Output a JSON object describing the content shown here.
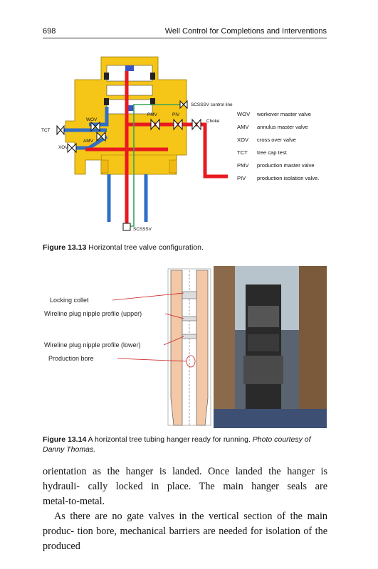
{
  "header": {
    "page_number": "698",
    "running_title": "Well Control for Completions and Interventions"
  },
  "figure13": {
    "caption_label": "Figure 13.13",
    "caption_text": "Horizontal tree valve configuration.",
    "labels": {
      "control_line": "SCSSSV control line",
      "choke": "Choke",
      "wov": "WOV",
      "pmv": "PMV",
      "piv": "PIV",
      "amv": "AMV",
      "tct": "TCT",
      "xov": "XOV",
      "scsssv": "SCSSSV"
    },
    "legend": [
      {
        "abbr": "WOV",
        "desc": "workover master valve"
      },
      {
        "abbr": "AMV",
        "desc": "annulus master valve"
      },
      {
        "abbr": "XOV",
        "desc": "cross over valve"
      },
      {
        "abbr": "TCT",
        "desc": "tree cap test"
      },
      {
        "abbr": "PMV",
        "desc": "production master valve"
      },
      {
        "abbr": "PIV",
        "desc": "production isolation valve."
      }
    ],
    "colors": {
      "body": "#f5c518",
      "production": "#e8191f",
      "annulus": "#2f6fc6",
      "control_line": "#3aa35a"
    }
  },
  "figure14": {
    "caption_label": "Figure 13.14",
    "caption_text": "A horizontal tree tubing hanger ready for running.",
    "caption_credit": "Photo courtesy of Danny Thomas.",
    "callouts": [
      "Locking collet",
      "Wireline plug nipple profile (upper)",
      "Wireline plug nipple profile (lower)",
      "Production bore"
    ]
  },
  "body": {
    "paragraph1": "orientation as the hanger is landed. Once landed the hanger is hydrauli‑ cally locked in place. The main hanger seals are metal‑to‑metal.",
    "paragraph2": "As there are no gate valves in the vertical section of the main produc‑ tion bore, mechanical barriers are needed for isolation of the produced"
  }
}
